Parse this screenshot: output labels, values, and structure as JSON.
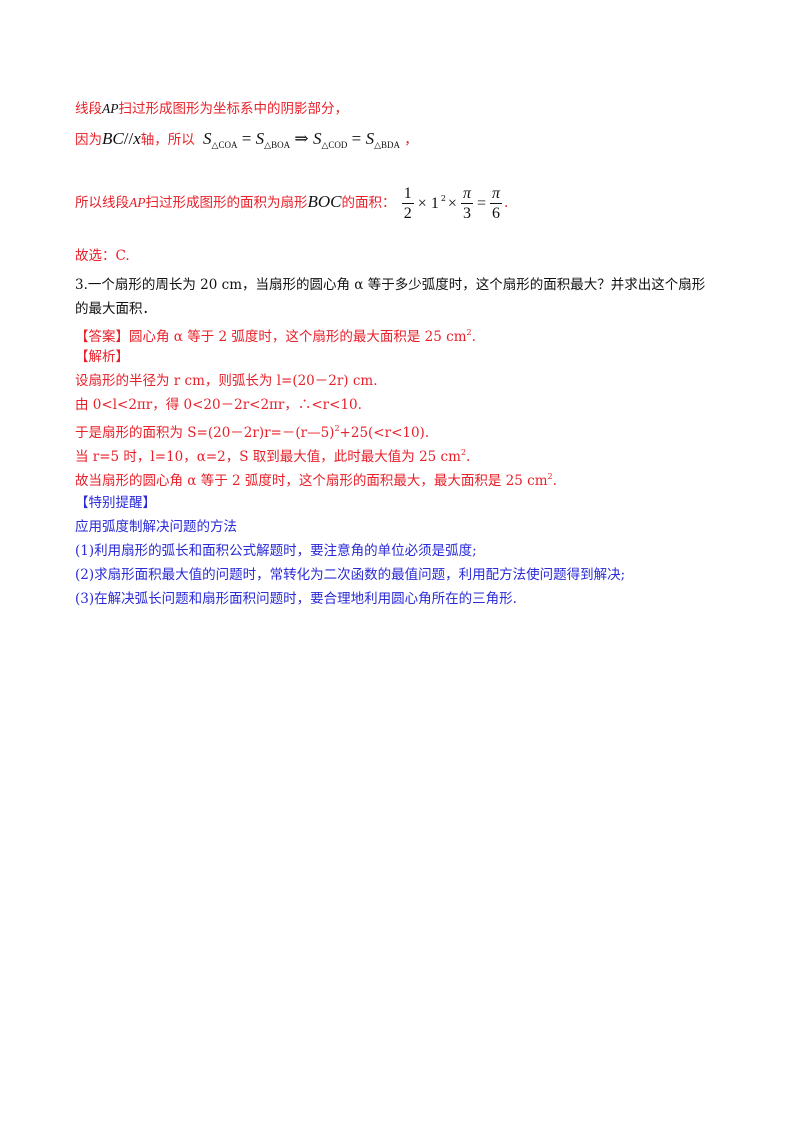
{
  "solution_part1": {
    "line1": {
      "pre": "线段",
      "ap": "AP",
      "post": "扫过形成图形为坐标系中的阴影部分，"
    },
    "line2": {
      "pre": "因为",
      "bc": "BC",
      "parallel": "//",
      "x": "x",
      "mid": "轴，所以",
      "S": "S",
      "sub_coa": "△COA",
      "sub_boa": "△BOA",
      "sub_cod": "△COD",
      "sub_bda": "△BDA",
      "eq": "=",
      "implies": "⇒",
      "end": "，"
    },
    "line3": {
      "pre": "所以线段",
      "ap": "AP",
      "mid1": "扫过形成图形的面积为扇形",
      "boc": "BOC",
      "mid2": "的面积：",
      "f1_num": "1",
      "f1_den": "2",
      "times": "×",
      "one": "1",
      "sq": "2",
      "pi": "π",
      "f2_den": "3",
      "eq": "=",
      "f3_den": "6",
      "end": "."
    },
    "answer_choice": "故选：C."
  },
  "problem3": {
    "line1": "3.一个扇形的周长为 20 cm，当扇形的圆心角 α 等于多少弧度时，这个扇形的面积最大？并求出这个扇形",
    "line2": "的最大面积．"
  },
  "answer": {
    "tag": "【答案】",
    "text_a": "圆心角 α 等于 2 弧度时，这个扇形的最大面积是 25 cm",
    "sq": "2",
    "text_b": "."
  },
  "analysis": {
    "tag": "【解析】",
    "l1": "设扇形的半径为 r cm，则弧长为 l=(20－2r) cm.",
    "l2": "由 0<l<2πr，得 0<20－2r<2πr，∴<r<10.",
    "l3_a": "于是扇形的面积为 S=(20－2r)r=－(r—5)",
    "l3_sq": "2",
    "l3_b": "+25(<r<10).",
    "l4_a": "当 r=5 时，l=10，α=2，S 取到最大值，此时最大值为 25 cm",
    "l4_sq": "2",
    "l4_b": ".",
    "l5_a": "故当扇形的圆心角 α 等于 2 弧度时，这个扇形的面积最大，最大面积是 25 cm",
    "l5_sq": "2",
    "l5_b": "."
  },
  "tips": {
    "tag": "【特别提醒】",
    "title": "应用弧度制解决问题的方法",
    "items": [
      "(1)利用扇形的弧长和面积公式解题时，要注意角的单位必须是弧度;",
      "(2)求扇形面积最大值的问题时，常转化为二次函数的最值问题，利用配方法使问题得到解决;",
      "(3)在解决弧长问题和扇形面积问题时，要合理地利用圆心角所在的三角形."
    ]
  },
  "colors": {
    "red": "#e8202a",
    "blue": "#2a2ad8",
    "text": "#111111"
  }
}
